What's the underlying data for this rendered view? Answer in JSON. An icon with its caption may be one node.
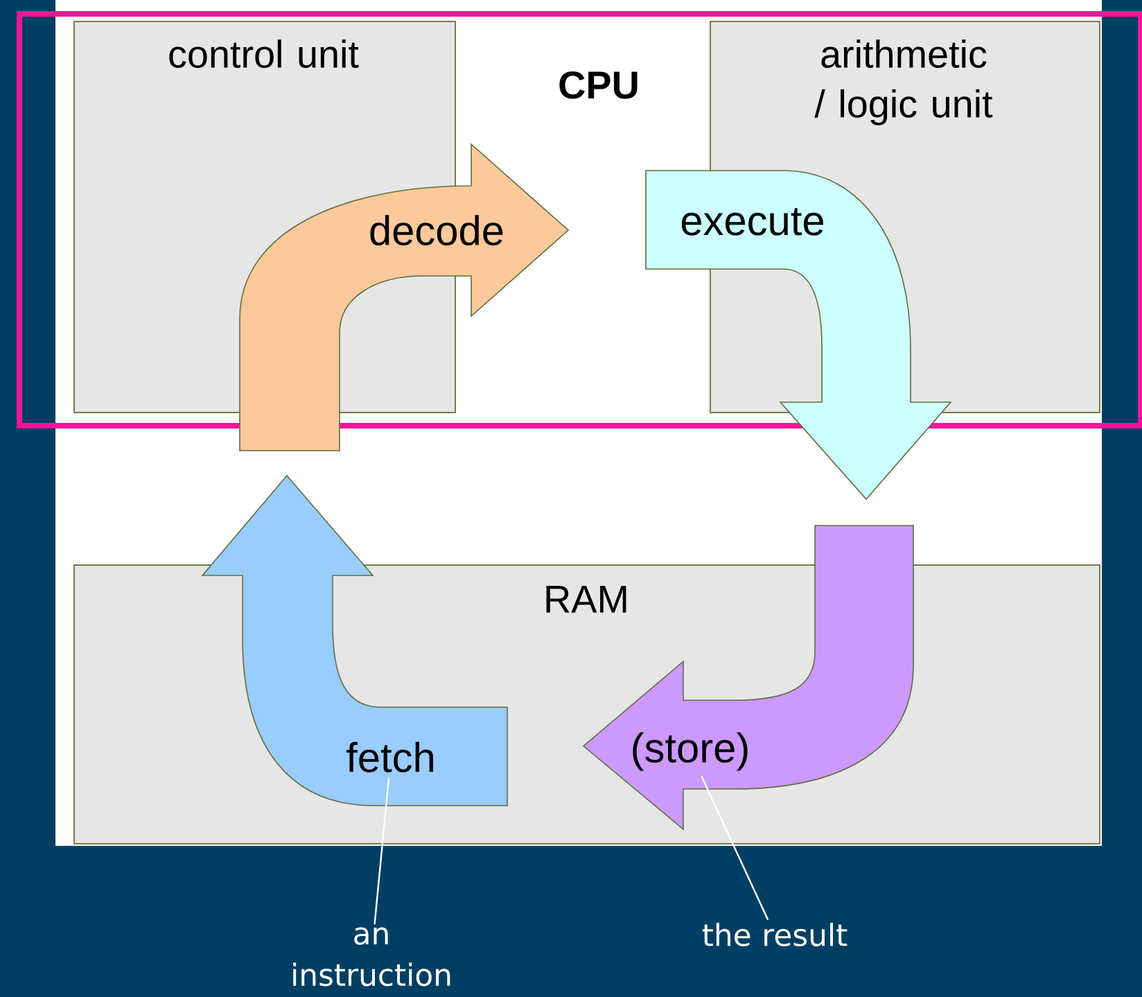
{
  "diagram": {
    "nodes": [
      {
        "text": [
          "CPU"
        ]
      },
      {
        "text": [
          "control unit"
        ],
        "in": 0
      },
      {
        "text": [
          "arithmetic / logic unit"
        ],
        "in": 0
      },
      {
        "text": [
          "decode"
        ]
      },
      {
        "text": [
          "execute"
        ]
      },
      {
        "text": [
          "RAM"
        ]
      },
      {
        "text": [
          "(store)"
        ]
      },
      {
        "text": [
          "fetch"
        ]
      },
      {
        "text": [
          "an instruction"
        ]
      },
      {
        "text": [
          "the result"
        ]
      }
    ],
    "edges": [
      {
        "from": 8,
        "to": 7,
        "arrow": "none"
      },
      {
        "from": 9,
        "to": 6,
        "arrow": "none"
      }
    ]
  }
}
